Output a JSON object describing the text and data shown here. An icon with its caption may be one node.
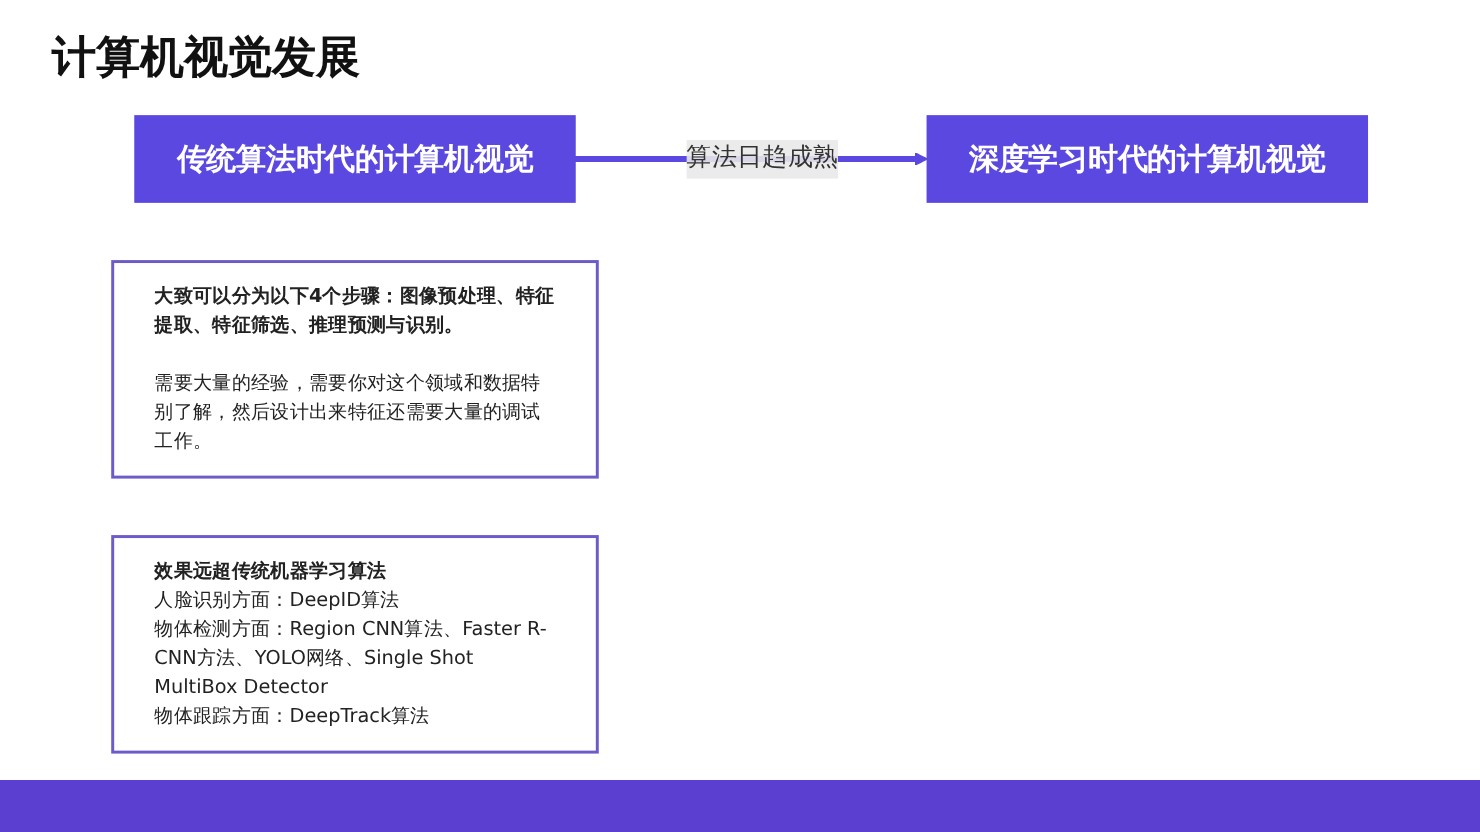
{
  "diagram": {
    "title": "计算机视觉发展",
    "nodes": [
      {
        "text": [
          "传统算法时代的计算机视觉"
        ]
      },
      {
        "text": [
          "深度学习时代的计算机视觉"
        ]
      },
      {
        "text": [
          "大致可以分为以下4个步骤：图像预处理、特征提取、特征筛选、推理预测与识别。",
          "需要大量的经验，需要你对这个领域和数据特别了解，然后设计出来特征还需要大量的调试工作。"
        ]
      },
      {
        "text": [
          "效果远超传统机器学习算法",
          "人脸识别方面：DeepID算法",
          "物体检测方面：Region CNN算法、Faster R-CNN方法、YOLO网络、Single Shot MultiBox Detector",
          "物体跟踪方面：DeepTrack算法"
        ]
      }
    ],
    "edges": [
      {
        "from": 0,
        "to": 1,
        "arrow": "to",
        "label": "算法日趋成熟"
      }
    ]
  }
}
